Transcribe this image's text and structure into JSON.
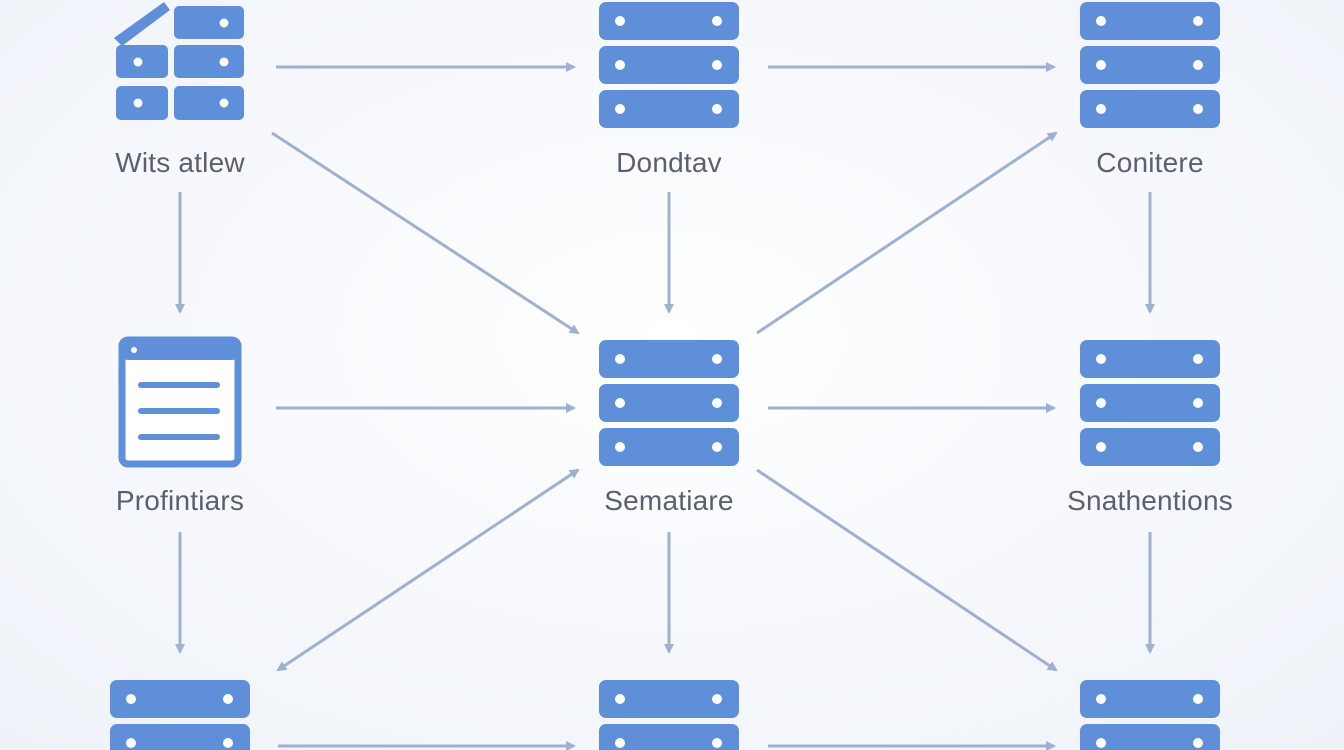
{
  "colors": {
    "icon": "#5f8fd8",
    "icon_light": "#ffffff",
    "arrow": "#9fb0d0",
    "label": "#5a6070"
  },
  "icons": {
    "server": "server-icon",
    "building": "building-icon",
    "document": "document-icon"
  },
  "nodes": {
    "wits_atlew": {
      "label": "Wits atlew"
    },
    "dondtav": {
      "label": "Dondtav"
    },
    "conitere": {
      "label": "Conitere"
    },
    "profintiars": {
      "label": "Profintiars"
    },
    "sematiare": {
      "label": "Sematiare"
    },
    "snathentions": {
      "label": "Snathentions"
    }
  }
}
